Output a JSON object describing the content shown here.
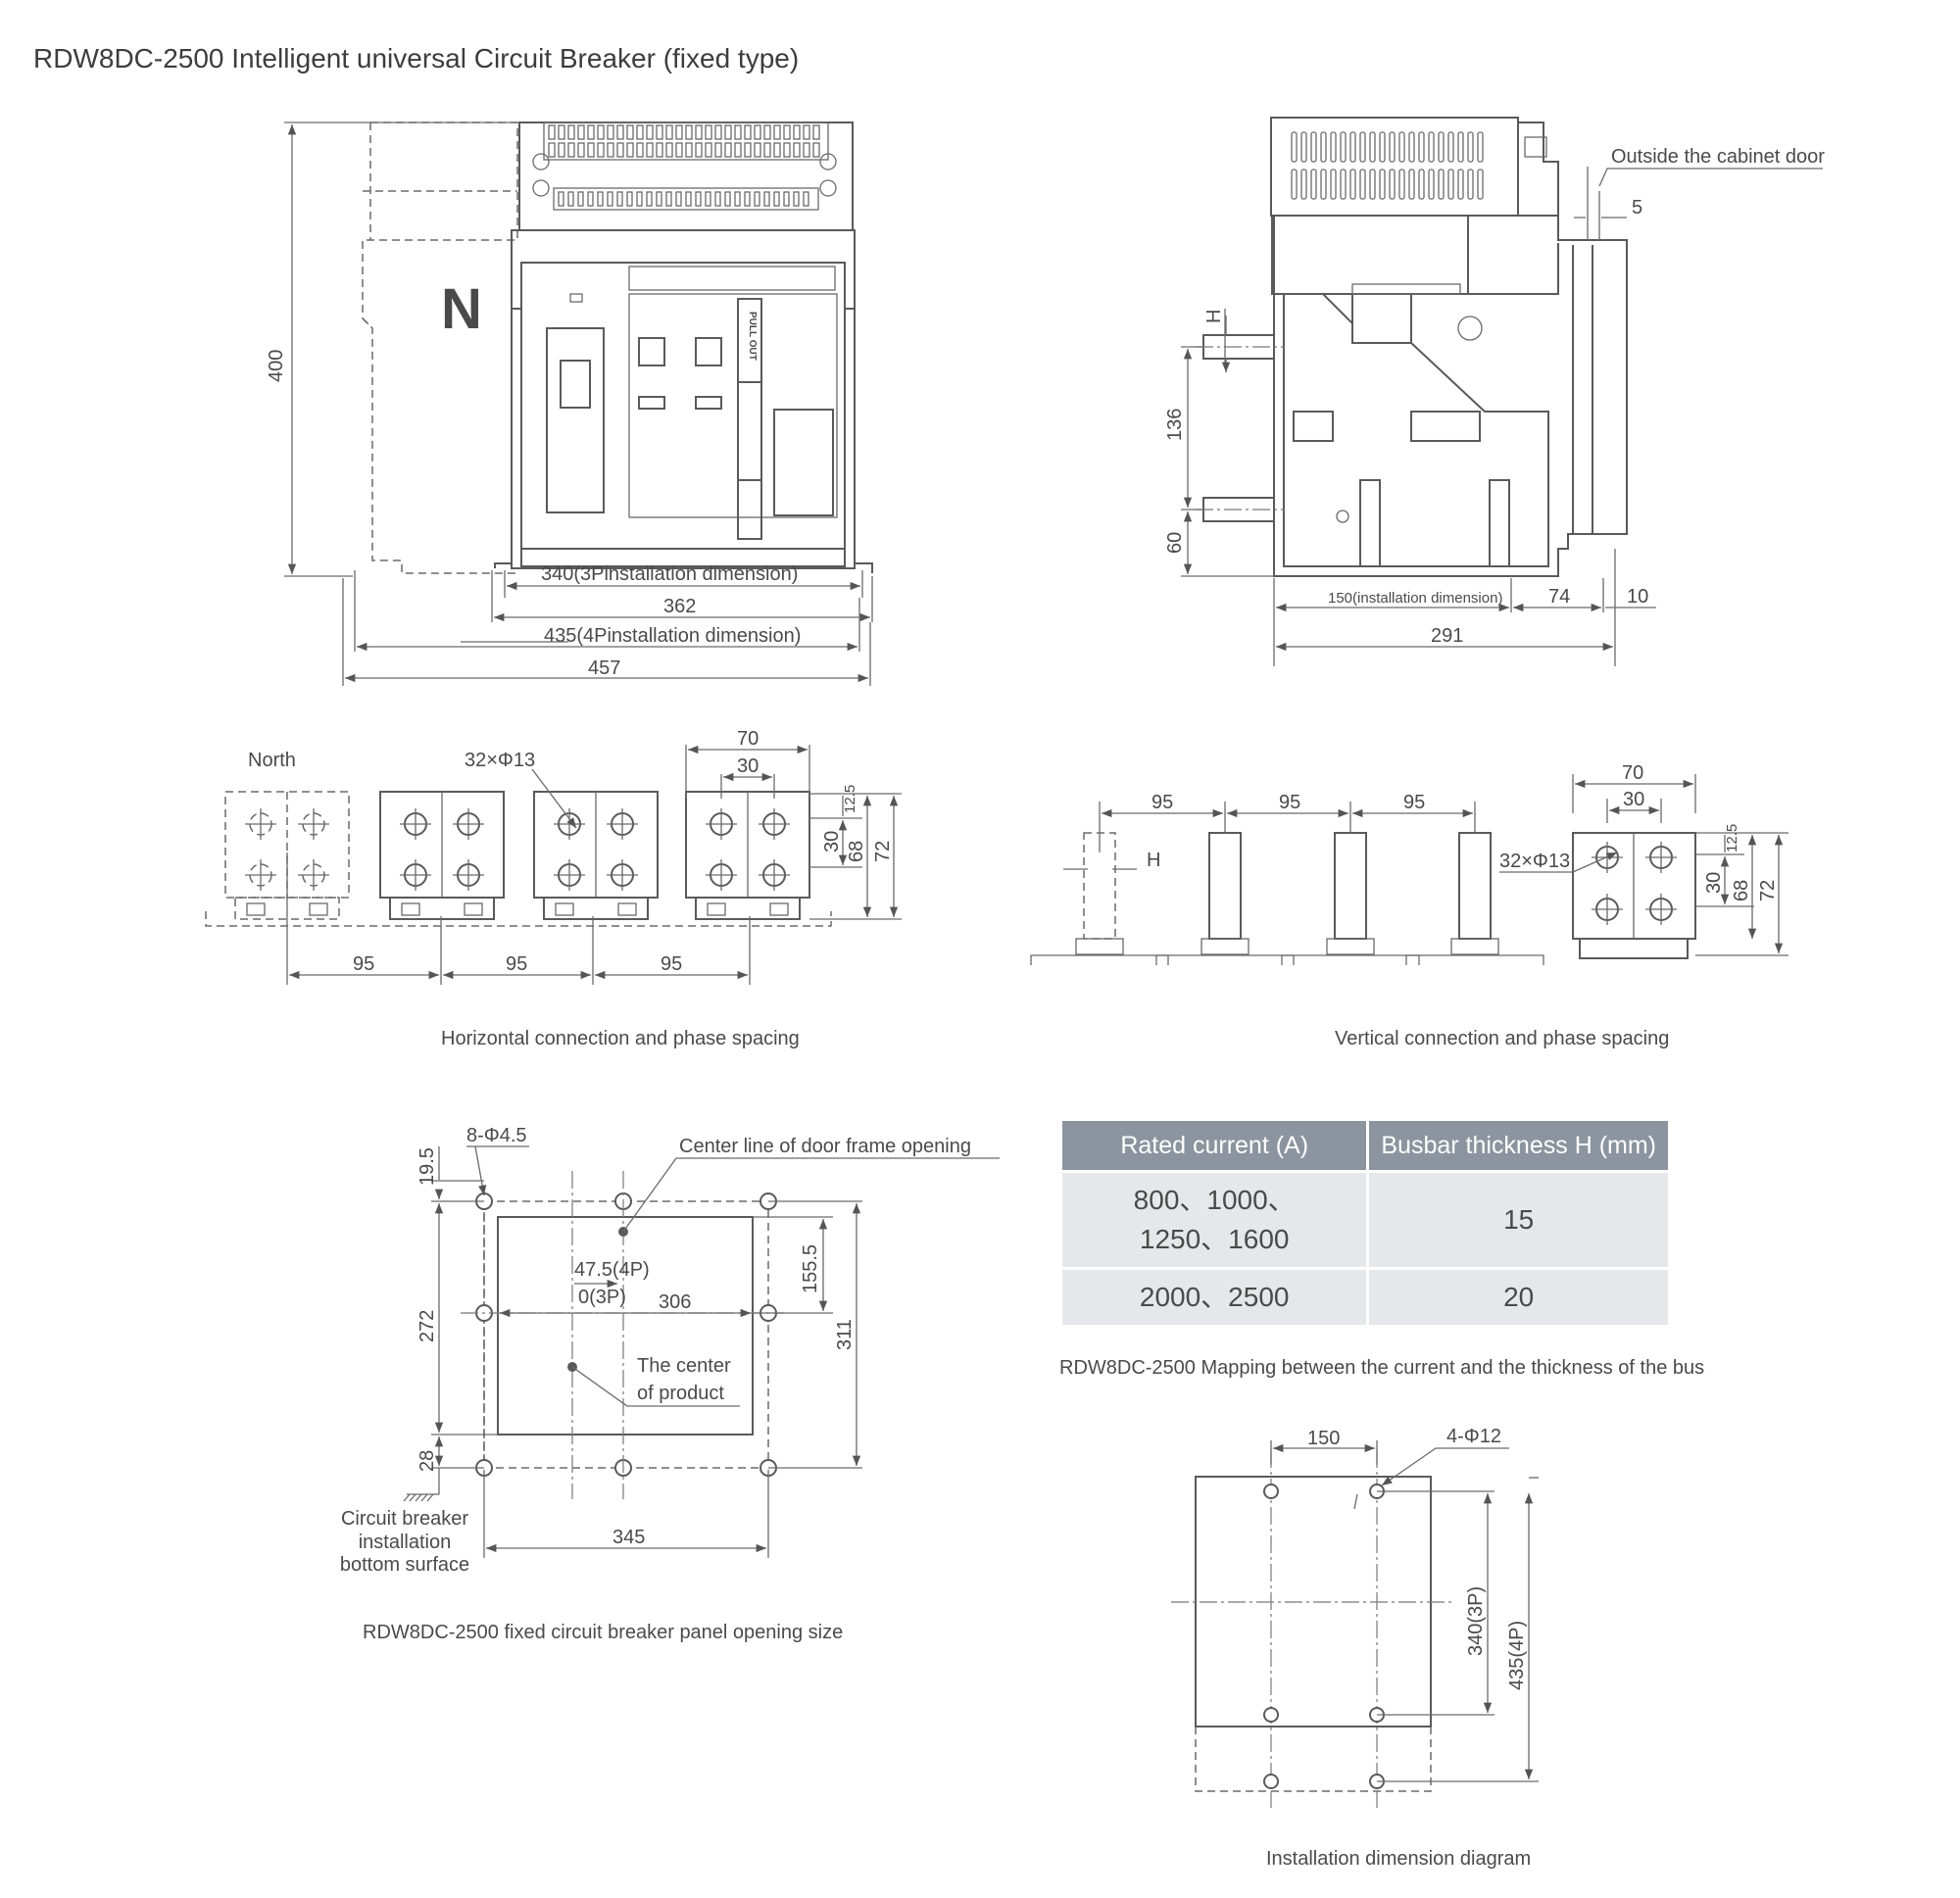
{
  "title": "RDW8DC-2500 Intelligent universal Circuit Breaker (fixed type)",
  "front_view": {
    "dims": {
      "height": "400",
      "d340": "340(3Pinstallation dimension)",
      "d362": "362",
      "d435": "435(4Pinstallation dimension)",
      "d457": "457"
    },
    "n_mark": "N",
    "pull_out": "PULL OUT"
  },
  "side_view": {
    "door_note": "Outside the cabinet door",
    "dims": {
      "d5": "5",
      "h": "H",
      "d136": "136",
      "d60": "60",
      "d150": "150(installation dimension)",
      "d74": "74",
      "d10": "10",
      "d291": "291"
    }
  },
  "horizontal": {
    "north": "North",
    "holes": "32×Φ13",
    "dims": {
      "w70": "70",
      "w30": "30",
      "h12_5": "12.5",
      "h30": "30",
      "h68": "68",
      "h72": "72",
      "p1": "95",
      "p2": "95",
      "p3": "95"
    },
    "caption": "Horizontal connection and phase spacing"
  },
  "vertical": {
    "h": "H",
    "holes": "32×Φ13",
    "dims": {
      "p1": "95",
      "p2": "95",
      "p3": "95",
      "w70": "70",
      "w30": "30",
      "h12_5": "12.5",
      "h30": "30",
      "h68": "68",
      "h72": "72"
    },
    "caption": "Vertical connection and phase spacing"
  },
  "panel": {
    "holes": "8-Φ4.5",
    "center_line": "Center line of door frame opening",
    "center_product": [
      "The center",
      "of product"
    ],
    "bottom_surface": [
      "Circuit breaker",
      "installation",
      "bottom surface"
    ],
    "dims": {
      "d19_5": "19.5",
      "d47_5": "47.5(4P)",
      "d0": "0(3P)",
      "d306": "306",
      "d155_5": "155.5",
      "d272": "272",
      "d311": "311",
      "d28": "28",
      "d345": "345"
    },
    "caption": "RDW8DC-2500 fixed circuit breaker panel opening size"
  },
  "bus_table": {
    "headers": [
      "Rated current (A)",
      "Busbar thickness H (mm)"
    ],
    "rows": [
      {
        "current": [
          "800、1000、",
          "1250、1600"
        ],
        "thickness": "15"
      },
      {
        "current": [
          "2000、2500"
        ],
        "thickness": "20"
      }
    ],
    "caption": "RDW8DC-2500 Mapping between the current and the thickness of the bus"
  },
  "install": {
    "d150": "150",
    "holes": "4-Φ12",
    "d340": "340(3P)",
    "d435": "435(4P)",
    "caption": "Installation dimension diagram"
  }
}
